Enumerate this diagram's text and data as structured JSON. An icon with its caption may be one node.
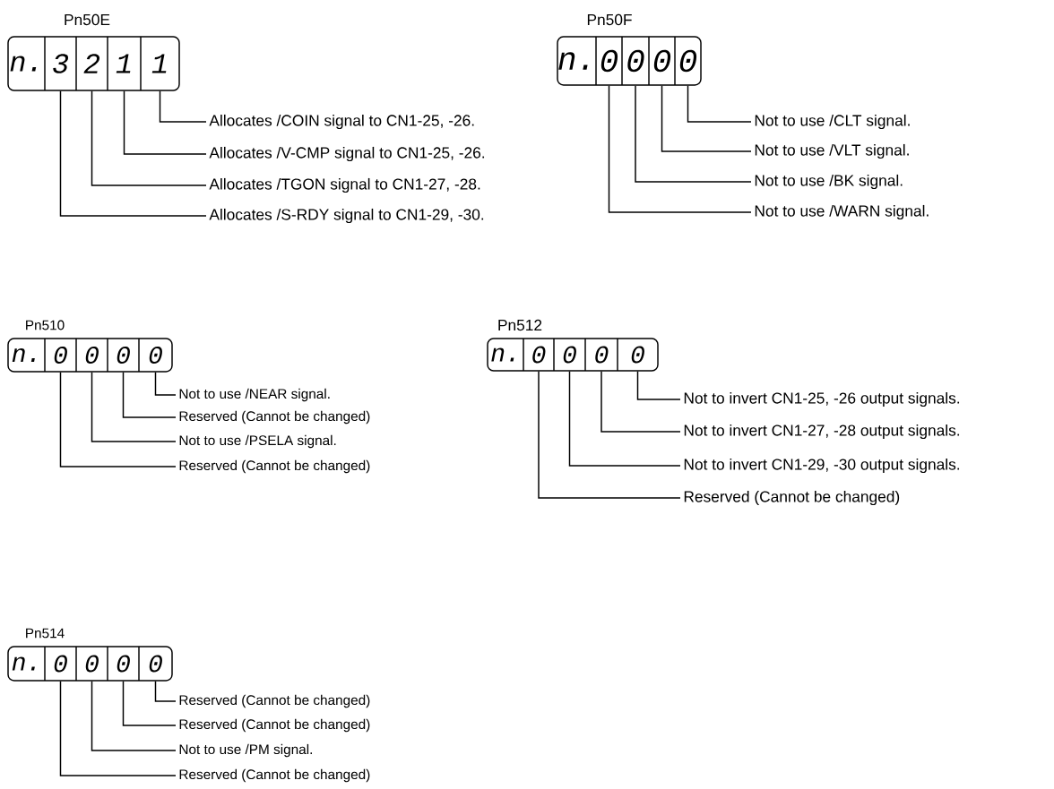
{
  "diagram": {
    "nodes": [
      {
        "text": [
          "Pn50E"
        ]
      },
      {
        "text": [
          "n."
        ],
        "in": 0
      },
      {
        "text": [
          "3"
        ],
        "in": 0
      },
      {
        "text": [
          "2"
        ],
        "in": 0
      },
      {
        "text": [
          "1"
        ],
        "in": 0
      },
      {
        "text": [
          "1"
        ],
        "in": 0
      },
      {
        "text": [
          "Allocates /COIN signal to CN1-25, -26."
        ]
      },
      {
        "text": [
          "Allocates /V-CMP signal to CN1-25, -26."
        ]
      },
      {
        "text": [
          "Allocates /TGON signal to CN1-27, -28."
        ]
      },
      {
        "text": [
          "Allocates /S-RDY signal to CN1-29, -30."
        ]
      },
      {
        "text": [
          "Pn50F"
        ]
      },
      {
        "text": [
          "n."
        ],
        "in": 10
      },
      {
        "text": [
          "0"
        ],
        "in": 10
      },
      {
        "text": [
          "0"
        ],
        "in": 10
      },
      {
        "text": [
          "0"
        ],
        "in": 10
      },
      {
        "text": [
          "0"
        ],
        "in": 10
      },
      {
        "text": [
          "Not to use /CLT signal."
        ]
      },
      {
        "text": [
          "Not to use /VLT signal."
        ]
      },
      {
        "text": [
          "Not to use /BK signal."
        ]
      },
      {
        "text": [
          "Not to use /WARN signal."
        ]
      },
      {
        "text": [
          "Pn510"
        ]
      },
      {
        "text": [
          "n."
        ],
        "in": 20
      },
      {
        "text": [
          "0"
        ],
        "in": 20
      },
      {
        "text": [
          "0"
        ],
        "in": 20
      },
      {
        "text": [
          "0"
        ],
        "in": 20
      },
      {
        "text": [
          "0"
        ],
        "in": 20
      },
      {
        "text": [
          "Not to use /NEAR signal."
        ]
      },
      {
        "text": [
          "Reserved (Cannot be changed)"
        ]
      },
      {
        "text": [
          "Not to use /PSELA signal."
        ]
      },
      {
        "text": [
          "Reserved (Cannot be changed)"
        ]
      },
      {
        "text": [
          "Pn512"
        ]
      },
      {
        "text": [
          "n."
        ],
        "in": 30
      },
      {
        "text": [
          "0"
        ],
        "in": 30
      },
      {
        "text": [
          "0"
        ],
        "in": 30
      },
      {
        "text": [
          "0"
        ],
        "in": 30
      },
      {
        "text": [
          "0"
        ],
        "in": 30
      },
      {
        "text": [
          "Not to invert CN1-25, -26 output signals."
        ]
      },
      {
        "text": [
          "Not to invert CN1-27, -28 output signals."
        ]
      },
      {
        "text": [
          "Not to invert CN1-29, -30 output signals."
        ]
      },
      {
        "text": [
          "Reserved (Cannot be changed)"
        ]
      },
      {
        "text": [
          "Pn514"
        ]
      },
      {
        "text": [
          "n."
        ],
        "in": 40
      },
      {
        "text": [
          "0"
        ],
        "in": 40
      },
      {
        "text": [
          "0"
        ],
        "in": 40
      },
      {
        "text": [
          "0"
        ],
        "in": 40
      },
      {
        "text": [
          "0"
        ],
        "in": 40
      },
      {
        "text": [
          "Reserved (Cannot be changed)"
        ]
      },
      {
        "text": [
          "Reserved (Cannot be changed)"
        ]
      },
      {
        "text": [
          "Not to use /PM signal."
        ]
      },
      {
        "text": [
          "Reserved (Cannot be changed)"
        ]
      }
    ],
    "edges": [
      {
        "from": 5,
        "to": 6,
        "arrow": "none"
      },
      {
        "from": 4,
        "to": 7,
        "arrow": "none"
      },
      {
        "from": 3,
        "to": 8,
        "arrow": "none"
      },
      {
        "from": 2,
        "to": 9,
        "arrow": "none"
      },
      {
        "from": 15,
        "to": 16,
        "arrow": "none"
      },
      {
        "from": 14,
        "to": 17,
        "arrow": "none"
      },
      {
        "from": 13,
        "to": 18,
        "arrow": "none"
      },
      {
        "from": 12,
        "to": 19,
        "arrow": "none"
      },
      {
        "from": 25,
        "to": 26,
        "arrow": "none"
      },
      {
        "from": 24,
        "to": 27,
        "arrow": "none"
      },
      {
        "from": 23,
        "to": 28,
        "arrow": "none"
      },
      {
        "from": 22,
        "to": 29,
        "arrow": "none"
      },
      {
        "from": 35,
        "to": 36,
        "arrow": "none"
      },
      {
        "from": 34,
        "to": 37,
        "arrow": "none"
      },
      {
        "from": 33,
        "to": 38,
        "arrow": "none"
      },
      {
        "from": 32,
        "to": 39,
        "arrow": "none"
      },
      {
        "from": 45,
        "to": 46,
        "arrow": "none"
      },
      {
        "from": 44,
        "to": 47,
        "arrow": "none"
      },
      {
        "from": 43,
        "to": 48,
        "arrow": "none"
      },
      {
        "from": 42,
        "to": 49,
        "arrow": "none"
      }
    ]
  }
}
